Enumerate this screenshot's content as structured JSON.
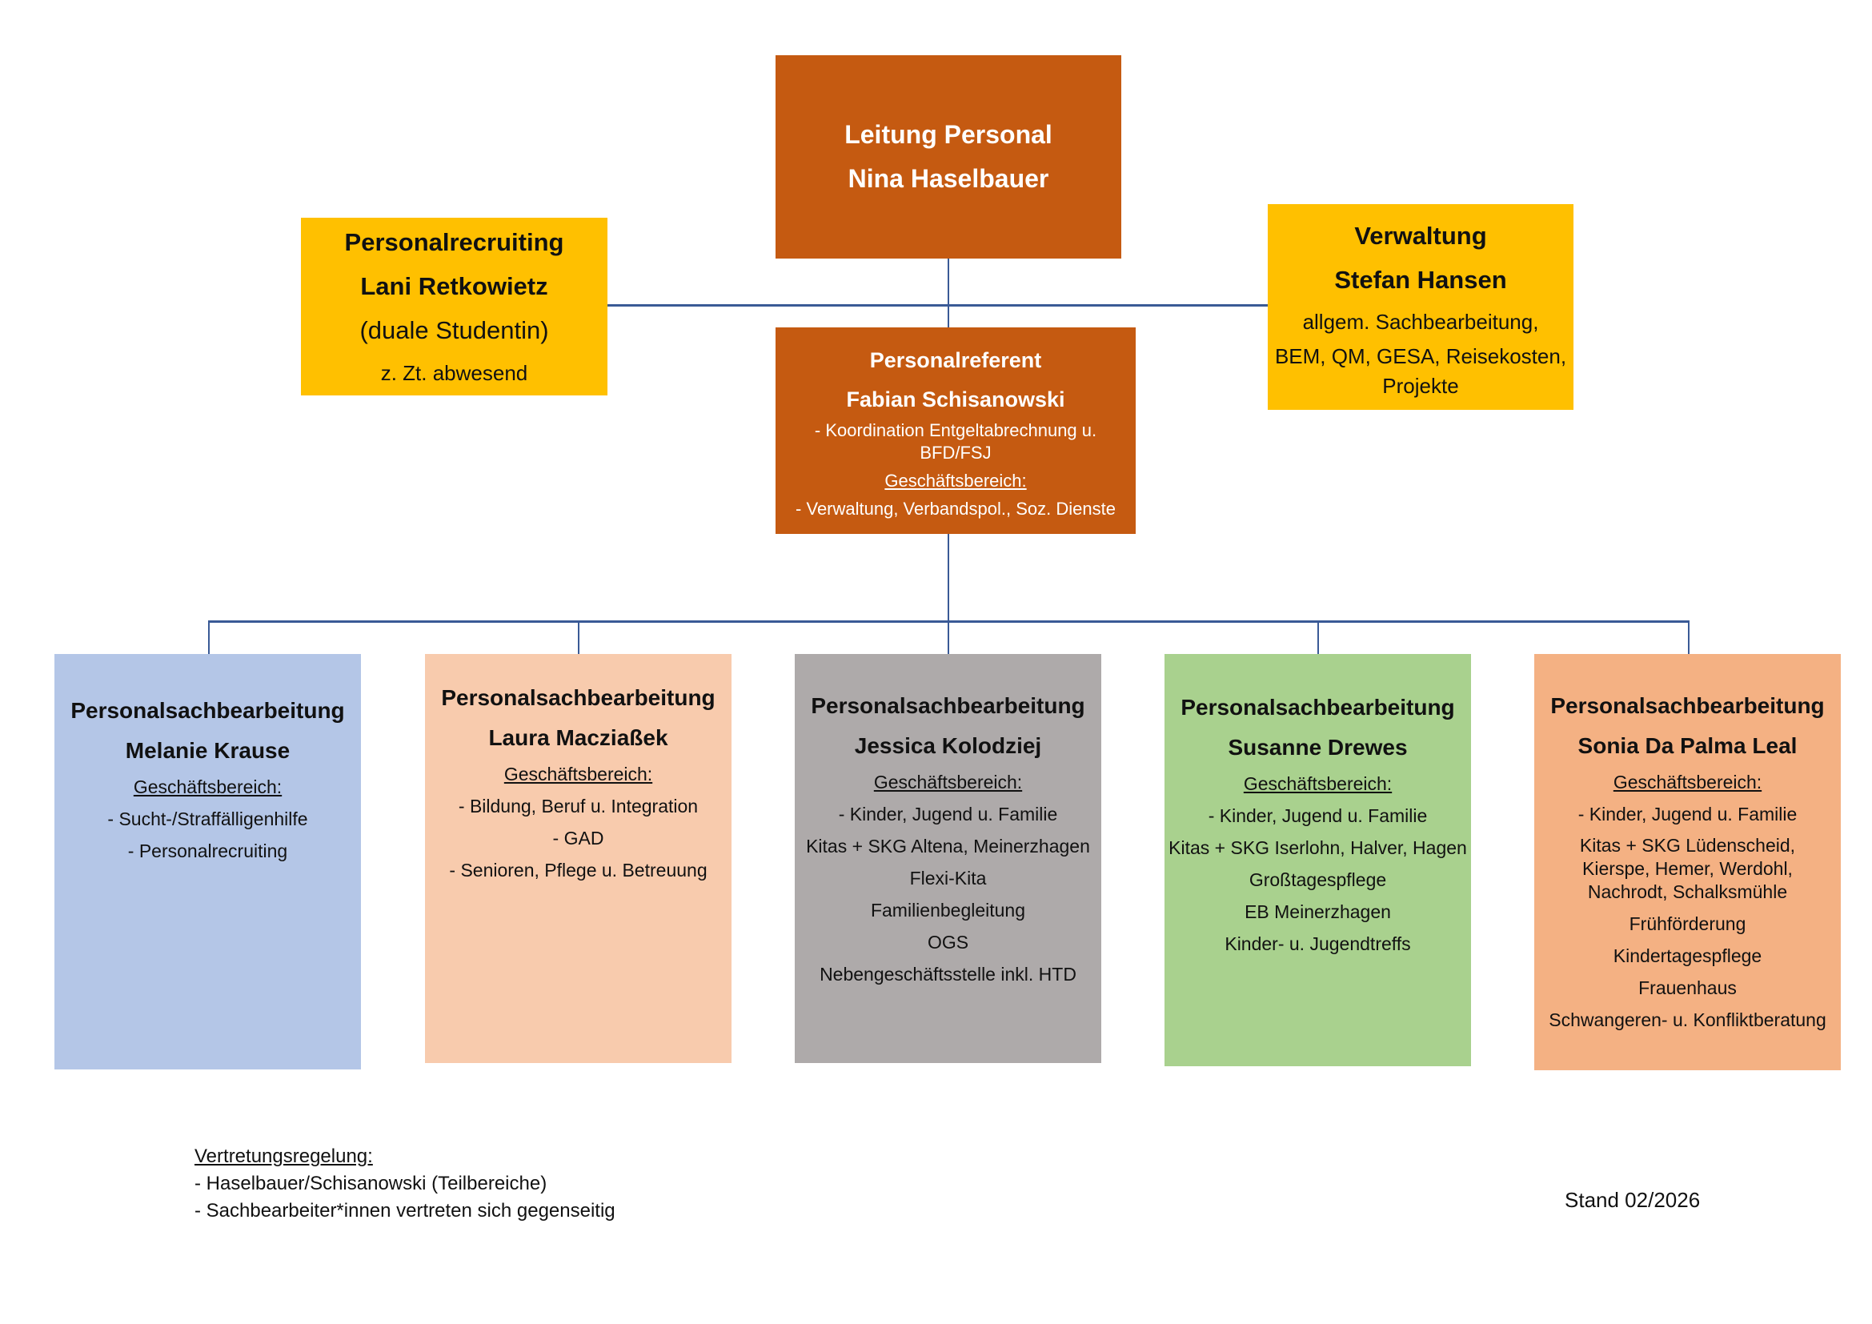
{
  "leadership": {
    "role": "Leitung Personal",
    "name": "Nina Haselbauer",
    "color": "#c55a11"
  },
  "recruiting": {
    "role": "Personalrecruiting",
    "name": "Lani Retkowietz",
    "note": "(duale Studentin)",
    "status": "z. Zt. abwesend",
    "color": "#ffc000"
  },
  "administration": {
    "role": "Verwaltung",
    "name": "Stefan Hansen",
    "duties_line1": "allgem. Sachbearbeitung,",
    "duties_line2": "BEM, QM, GESA, Reisekosten, Projekte",
    "color": "#ffc000"
  },
  "referent": {
    "role": "Personalreferent",
    "name": "Fabian Schisanowski",
    "task": "- Koordination Entgeltabrechnung u. BFD/FSJ",
    "area_label": "Geschäftsbereich:",
    "area": "- Verwaltung, Verbandspol., Soz. Dienste",
    "color": "#c55a11"
  },
  "staff": [
    {
      "role": "Personalsachbearbeitung",
      "name": "Melanie Krause",
      "area_label": "Geschäftsbereich:",
      "items": [
        "- Sucht-/Straffälligenhilfe",
        "- Personalrecruiting"
      ],
      "color": "#b4c6e7"
    },
    {
      "role": "Personalsachbearbeitung",
      "name": "Laura Macziaßek",
      "area_label": "Geschäftsbereich:",
      "items": [
        "- Bildung, Beruf u. Integration",
        "- GAD",
        "- Senioren, Pflege u. Betreuung"
      ],
      "color": "#f8cbad"
    },
    {
      "role": "Personalsachbearbeitung",
      "name": "Jessica Kolodziej",
      "area_label": "Geschäftsbereich:",
      "items": [
        "- Kinder, Jugend u. Familie",
        "Kitas + SKG Altena, Meinerzhagen",
        "Flexi-Kita",
        "Familienbegleitung",
        "OGS",
        "Nebengeschäftsstelle inkl. HTD"
      ],
      "color": "#aeaaaa"
    },
    {
      "role": "Personalsachbearbeitung",
      "name": "Susanne Drewes",
      "area_label": "Geschäftsbereich:",
      "items": [
        "- Kinder, Jugend u. Familie",
        "Kitas + SKG Iserlohn, Halver, Hagen",
        "Großtagespflege",
        "EB Meinerzhagen",
        "Kinder- u. Jugendtreffs"
      ],
      "color": "#a9d18e"
    },
    {
      "role": "Personalsachbearbeitung",
      "name": "Sonia Da Palma Leal",
      "area_label": "Geschäftsbereich:",
      "items": [
        "- Kinder, Jugend u. Familie",
        "Kitas + SKG Lüdenscheid, Kierspe, Hemer, Werdohl, Nachrodt, Schalksmühle",
        "Frühförderung",
        "Kindertagespflege",
        "Frauenhaus",
        "Schwangeren- u. Konfliktberatung"
      ],
      "color": "#f4b183"
    }
  ],
  "footer": {
    "title": "Vertretungsregelung:",
    "lines": [
      "- Haselbauer/Schisanowski (Teilbereiche)",
      "- Sachbearbeiter*innen vertreten sich gegenseitig"
    ],
    "stand": "Stand 02/2026"
  },
  "connector_color": "#3a5a96"
}
